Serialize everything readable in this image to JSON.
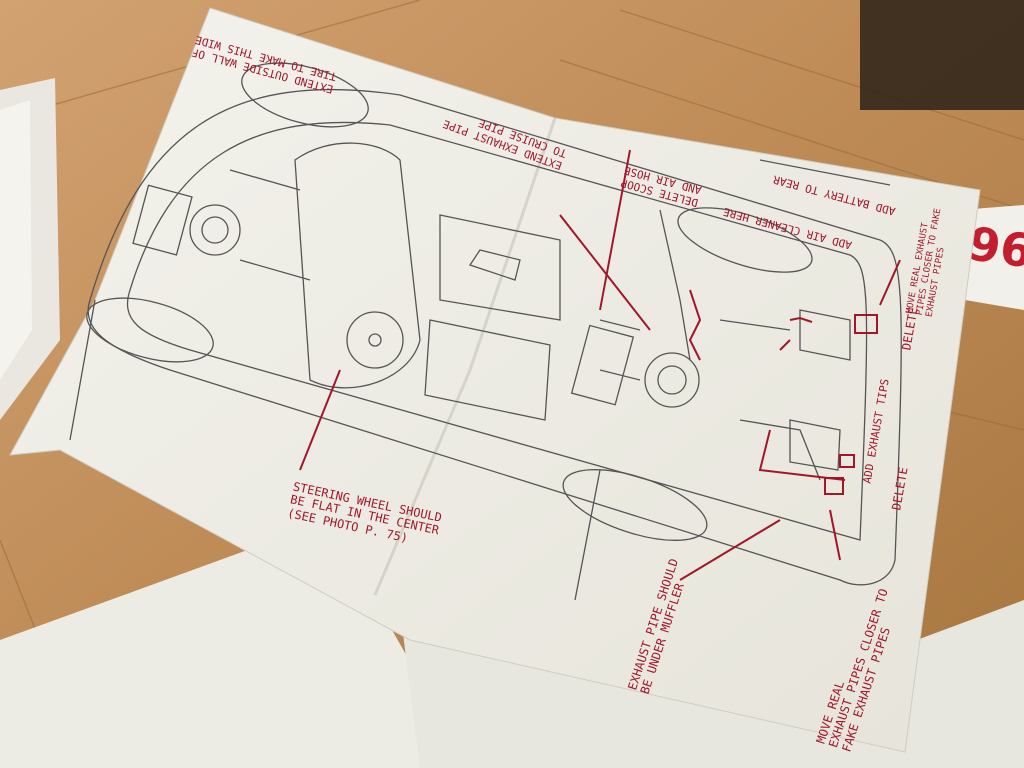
{
  "scene": {
    "description_colors": {
      "table": "#b98955",
      "paper": "#efeee6",
      "ink": "#5a5a5a",
      "annotation": "#a3162a"
    }
  },
  "annotations": {
    "top_left_1": "EXTEND OUTSIDE WALL OF",
    "top_left_2": "TIRE TO MAKE THIS WIDE",
    "exhaust_cruise_1": "EXTEND EXHAUST PIPE",
    "exhaust_cruise_2": "TO CRUISE PIPE",
    "scoop_1": "DELETE SCOOP",
    "scoop_2": "AND AIR HOSE",
    "battery": "ADD BATTERY TO REAR",
    "air_cleaner": "ADD AIR CLEANER HERE",
    "move_real_1": "MOVE REAL EXHAUST",
    "move_real_2": "PIPES CLOSER TO FAKE",
    "move_real_3": "EXHAUST PIPES",
    "delete_top": "DELETE",
    "add_exhaust_tips": "ADD EXHAUST TIPS",
    "delete_bottom": "DELETE",
    "steering_1": "STEERING WHEEL SHOULD",
    "steering_2": "BE FLAT IN THE CENTER",
    "steering_3": "(SEE PHOTO P. 75)",
    "exhaust_under_1": "EXHAUST PIPE SHOULD",
    "exhaust_under_2": "BE UNDER MUFFLER",
    "bottom_right_1": "MOVE REAL",
    "bottom_right_2": "EXHAUST PIPES CLOSER TO",
    "bottom_right_3": "FAKE EXHAUST PIPES"
  }
}
